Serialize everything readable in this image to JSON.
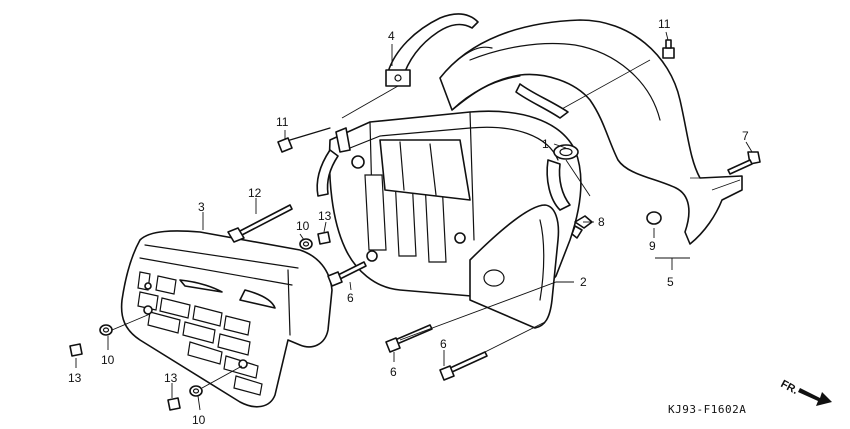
{
  "diagram": {
    "drawing_code": "KJ93-F1602A",
    "direction_label": "FR.",
    "callouts": [
      {
        "id": "c1",
        "text": "1"
      },
      {
        "id": "c2",
        "text": "2"
      },
      {
        "id": "c3",
        "text": "3"
      },
      {
        "id": "c4",
        "text": "4"
      },
      {
        "id": "c5",
        "text": "5"
      },
      {
        "id": "c6a",
        "text": "6"
      },
      {
        "id": "c6b",
        "text": "6"
      },
      {
        "id": "c6c",
        "text": "6"
      },
      {
        "id": "c7",
        "text": "7"
      },
      {
        "id": "c8",
        "text": "8"
      },
      {
        "id": "c9",
        "text": "9"
      },
      {
        "id": "c10a",
        "text": "10"
      },
      {
        "id": "c10b",
        "text": "10"
      },
      {
        "id": "c10c",
        "text": "10"
      },
      {
        "id": "c11a",
        "text": "11"
      },
      {
        "id": "c11b",
        "text": "11"
      },
      {
        "id": "c12",
        "text": "12"
      },
      {
        "id": "c13a",
        "text": "13"
      },
      {
        "id": "c13b",
        "text": "13"
      },
      {
        "id": "c13c",
        "text": "13"
      }
    ]
  }
}
